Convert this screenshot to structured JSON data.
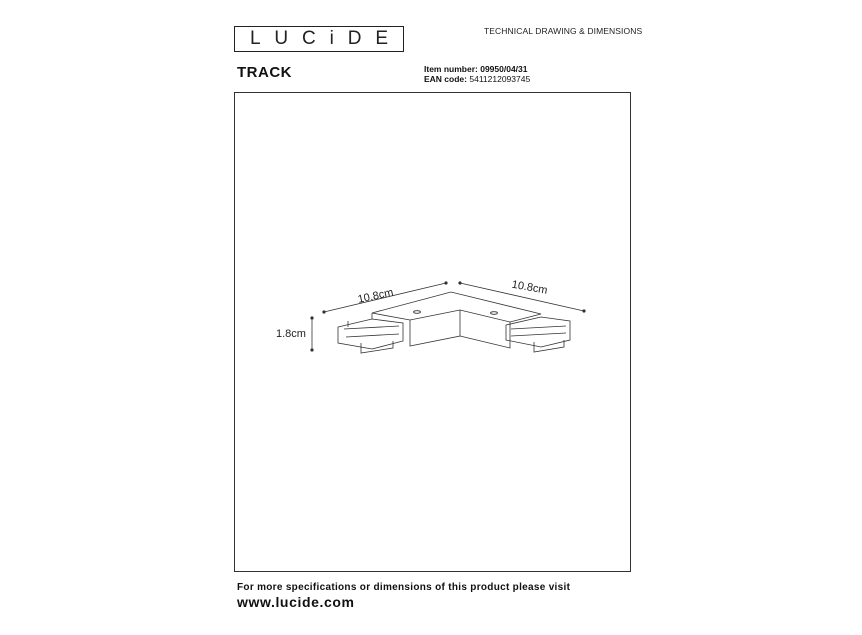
{
  "header": {
    "logo_letters": [
      "L",
      "U",
      "C",
      "i",
      "D",
      "E"
    ],
    "doc_type": "TECHNICAL DRAWING & DIMENSIONS",
    "product_title": "TRACK",
    "item_number_label": "Item number:",
    "item_number": "09950/04/31",
    "ean_label": "EAN code:",
    "ean_code": "5411212093745"
  },
  "drawing": {
    "dimension_left_length": "10.8cm",
    "dimension_right_length": "10.8cm",
    "dimension_height": "1.8cm"
  },
  "footer": {
    "info_text": "For more specifications or dimensions of this product please visit",
    "website": "www.lucide.com"
  }
}
